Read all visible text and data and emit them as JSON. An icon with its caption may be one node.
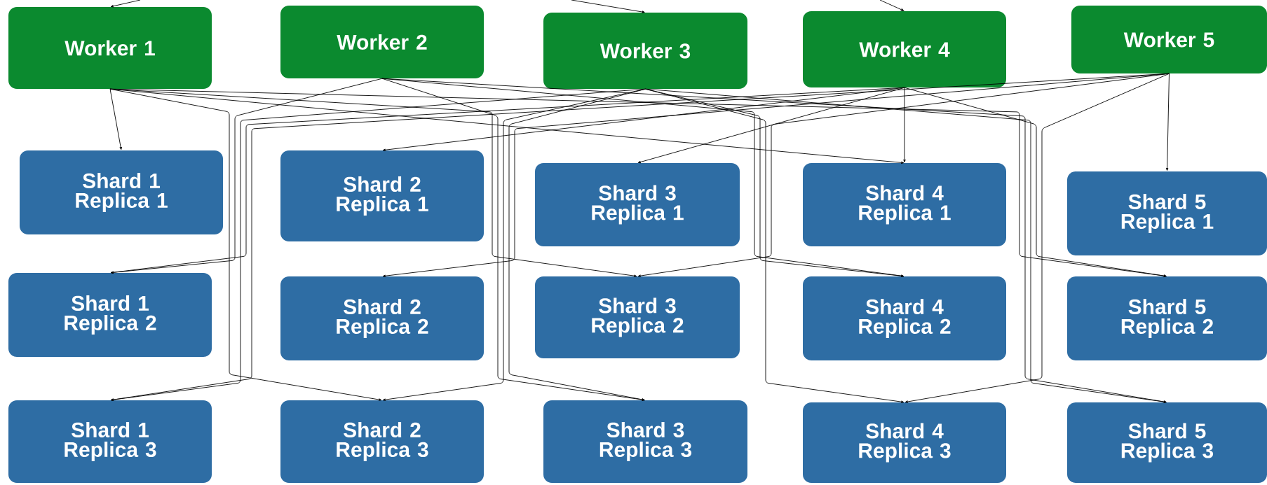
{
  "diagram": {
    "nodes": [
      {
        "text": [
          "Worker 1"
        ]
      },
      {
        "text": [
          "Worker 2"
        ]
      },
      {
        "text": [
          "Worker 3"
        ]
      },
      {
        "text": [
          "Worker 4"
        ]
      },
      {
        "text": [
          "Worker 5"
        ]
      },
      {
        "text": [
          "Shard 1 Replica 1"
        ]
      },
      {
        "text": [
          "Shard 2 Replica 1"
        ]
      },
      {
        "text": [
          "Shard 3 Replica 1"
        ]
      },
      {
        "text": [
          "Shard 4 Replica 1"
        ]
      },
      {
        "text": [
          "Shard 5 Replica 1"
        ]
      },
      {
        "text": [
          "Shard 1 Replica 2"
        ]
      },
      {
        "text": [
          "Shard 2 Replica 2"
        ]
      },
      {
        "text": [
          "Shard 3 Replica 2"
        ]
      },
      {
        "text": [
          "Shard 4 Replica 2"
        ]
      },
      {
        "text": [
          "Shard 5 Replica 2"
        ]
      },
      {
        "text": [
          "Shard 1 Replica 3"
        ]
      },
      {
        "text": [
          "Shard 2 Replica 3"
        ]
      },
      {
        "text": [
          "Shard 3 Replica 3"
        ]
      },
      {
        "text": [
          "Shard 4 Replica 3"
        ]
      },
      {
        "text": [
          "Shard 5 Replica 3"
        ]
      }
    ],
    "edges": [
      {
        "from": null,
        "to": 0,
        "arrow": "to"
      },
      {
        "from": null,
        "to": 2,
        "arrow": "to"
      },
      {
        "from": null,
        "to": 3,
        "arrow": "to"
      },
      {
        "from": 0,
        "to": 5,
        "arrow": "to"
      },
      {
        "from": 0,
        "to": 16,
        "arrow": "to"
      },
      {
        "from": 0,
        "to": 12,
        "arrow": "to"
      },
      {
        "from": 0,
        "to": 8,
        "arrow": "to"
      },
      {
        "from": 0,
        "to": 14,
        "arrow": "to"
      },
      {
        "from": 1,
        "to": 10,
        "arrow": "to"
      },
      {
        "from": 1,
        "to": 17,
        "arrow": "to"
      },
      {
        "from": 1,
        "to": 13,
        "arrow": "to"
      },
      {
        "from": 1,
        "to": 19,
        "arrow": "to"
      },
      {
        "from": 2,
        "to": 15,
        "arrow": "to"
      },
      {
        "from": 2,
        "to": 16,
        "arrow": "to"
      },
      {
        "from": 2,
        "to": 17,
        "arrow": "to"
      },
      {
        "from": 2,
        "to": 13,
        "arrow": "to"
      },
      {
        "from": 2,
        "to": 18,
        "arrow": "to"
      },
      {
        "from": 2,
        "to": 19,
        "arrow": "to"
      },
      {
        "from": 3,
        "to": 10,
        "arrow": "to"
      },
      {
        "from": 3,
        "to": 6,
        "arrow": "to"
      },
      {
        "from": 3,
        "to": 7,
        "arrow": "to"
      },
      {
        "from": 3,
        "to": 8,
        "arrow": "to"
      },
      {
        "from": 3,
        "to": 14,
        "arrow": "to"
      },
      {
        "from": 4,
        "to": 15,
        "arrow": "to"
      },
      {
        "from": 4,
        "to": 11,
        "arrow": "to"
      },
      {
        "from": 4,
        "to": 12,
        "arrow": "to"
      },
      {
        "from": 4,
        "to": 18,
        "arrow": "to"
      },
      {
        "from": 4,
        "to": 9,
        "arrow": "to"
      }
    ]
  }
}
